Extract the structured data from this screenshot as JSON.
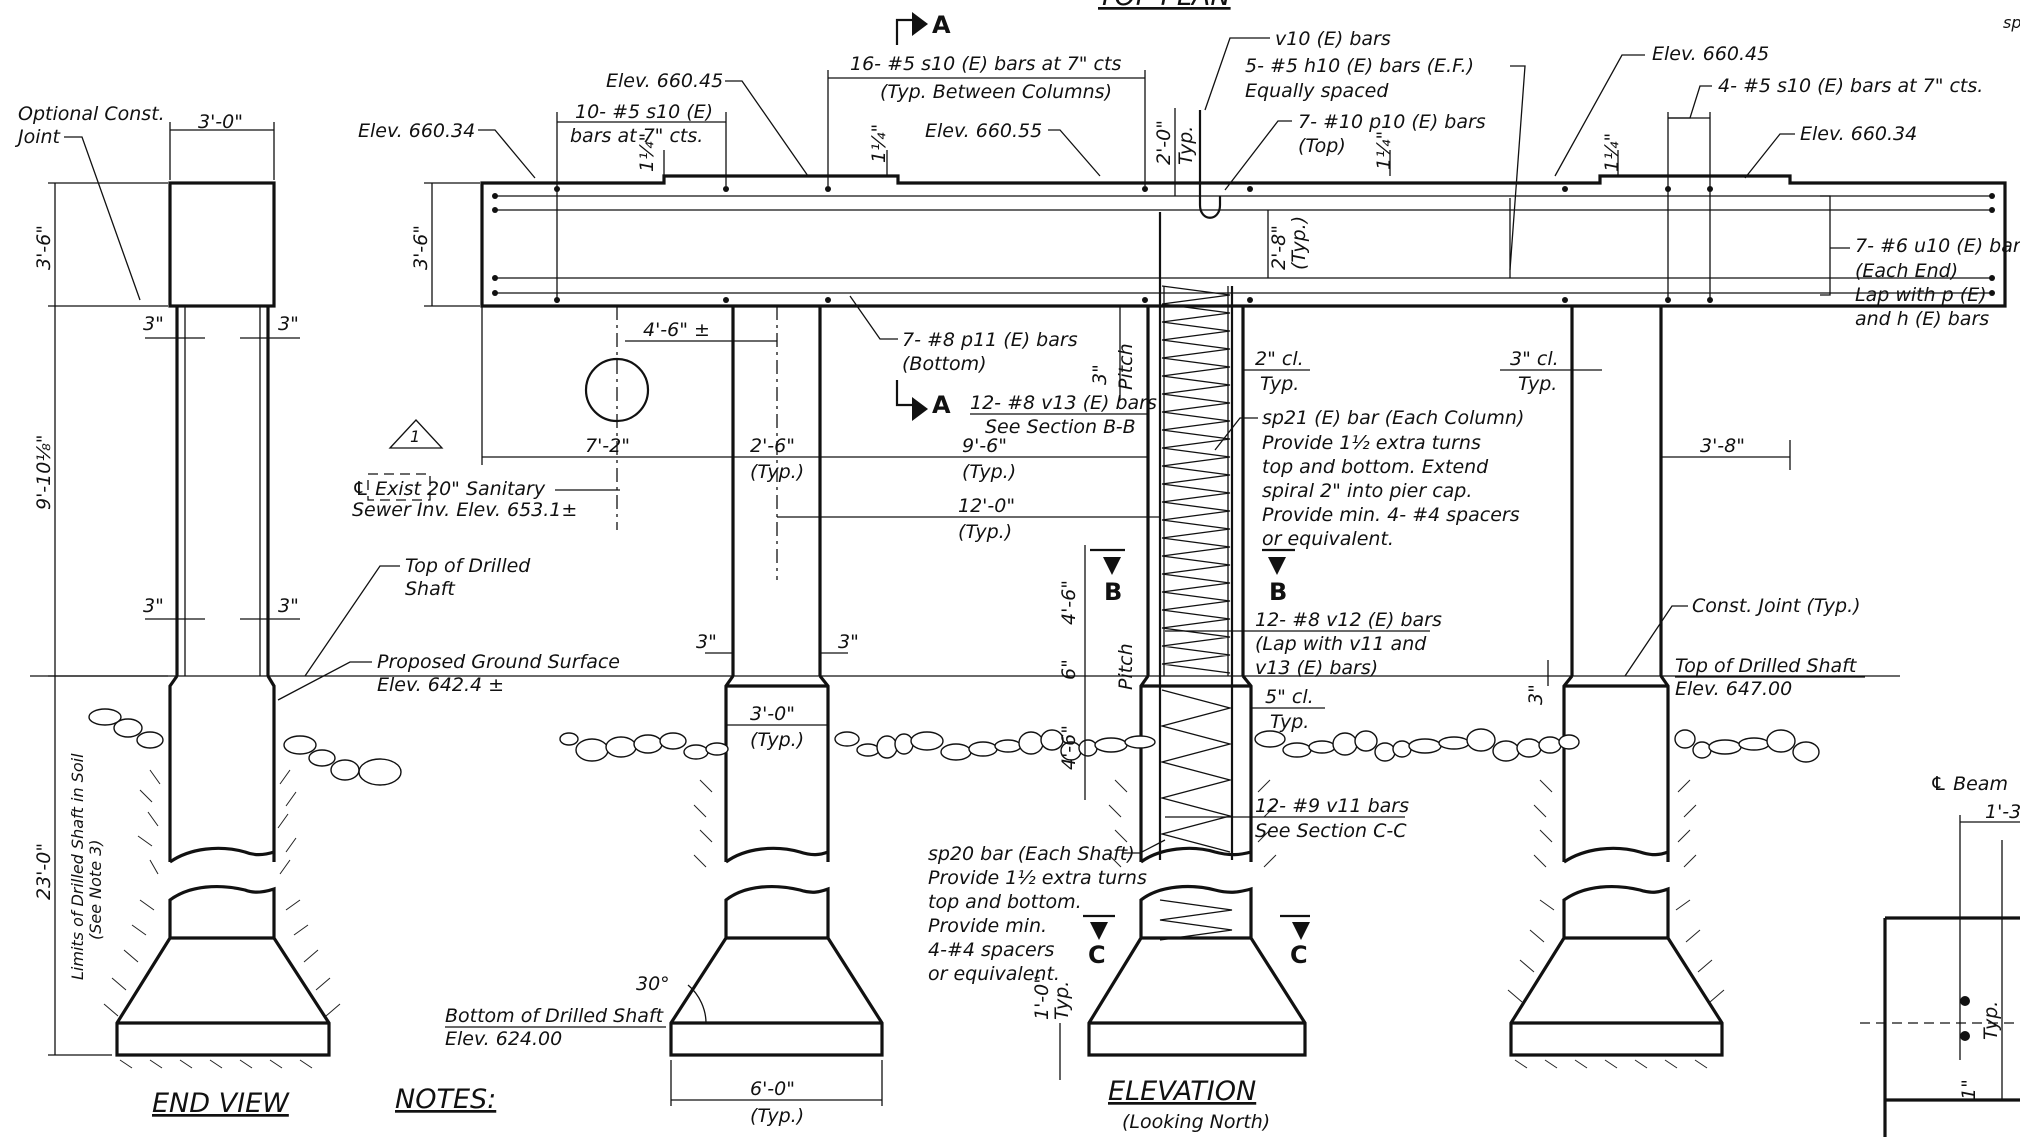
{
  "end_view": {
    "title": "END VIEW",
    "optional_joint": [
      "Optional Const.",
      "Joint"
    ],
    "width_cap": "3'-0\"",
    "height_cap": "3'-6\"",
    "col_height": "9'-10⅛\"",
    "shaft_length": "23'-0\"",
    "limits_note": [
      "Limits of Drilled Shaft in Soil",
      "(See Note 3)"
    ],
    "cover_3": "3\"",
    "top_drilled": [
      "Top of Drilled",
      "Shaft"
    ]
  },
  "elevation": {
    "title": "ELEVATION",
    "subtitle": "(Looking North)",
    "top_plan": "TOP PLAN",
    "section_a": "A",
    "section_b": "B",
    "section_c": "C",
    "elev_660_34": "Elev. 660.34",
    "elev_660_45": "Elev. 660.45",
    "elev_660_55": "Elev. 660.55",
    "bars_s10_left": [
      "10- #5 s10 (E)",
      "bars at 7\" cts."
    ],
    "bars_s10_mid": [
      "16- #5 s10 (E) bars at 7\" cts",
      "(Typ. Between Columns)"
    ],
    "bars_v10": "v10 (E) bars",
    "bars_h10": [
      "5- #5 h10 (E) bars (E.F.)",
      "Equally spaced"
    ],
    "bars_p10": [
      "7- #10 p10 (E) bars",
      "(Top)"
    ],
    "bars_s10_right": "4- #5 s10 (E) bars at 7\" cts.",
    "bars_u10": [
      "7- #6 u10 (E) bar",
      "(Each End)",
      "Lap with p (E)",
      "and h (E) bars"
    ],
    "bars_p11": [
      "7- #8 p11 (E) bars",
      "(Bottom)"
    ],
    "bars_v13": [
      "12- #8 v13 (E) bars",
      "See Section B-B"
    ],
    "spiral_sp21": [
      "sp21 (E) bar (Each Column)",
      "Provide 1½ extra turns",
      "top and bottom.  Extend",
      "spiral 2\" into pier cap.",
      "Provide min. 4- #4 spacers",
      "or equivalent."
    ],
    "bars_v12": [
      "12- #8 v12 (E) bars",
      "(Lap with v11 and",
      "v13 (E) bars)"
    ],
    "bars_v11": [
      "12- #9 v11 bars",
      "See Section C-C"
    ],
    "spiral_sp20": [
      "sp20 bar (Each Shaft)",
      "Provide 1½ extra turns",
      "top and bottom.",
      "Provide min.",
      "4-#4 spacers",
      "or equivalent."
    ],
    "sewer": [
      "℄ Exist 20\" Sanitary",
      "Sewer Inv. Elev. 653.1±"
    ],
    "revision": "1",
    "ground": [
      "Proposed Ground Surface",
      "Elev. 642.4 ±"
    ],
    "top_shaft_right": [
      "Top of Drilled Shaft",
      "Elev. 647.00"
    ],
    "bottom_shaft": [
      "Bottom of Drilled Shaft",
      "Elev. 624.00"
    ],
    "const_joint": "Const. Joint (Typ.)",
    "beam": "℄ Beam",
    "beam_dim": "1'-3",
    "corner_text": "sp",
    "dims": {
      "d_4_6_pm": "4'-6\" ±",
      "d_7_2": "7'-2\"",
      "d_2_6": "2'-6\"",
      "d_9_6": "9'-6\"",
      "d_12_0": "12'-0\"",
      "typ": "(Typ.)",
      "typ_plain": "Typ.",
      "d_3_8": "3'-8\"",
      "d_3_6": "3'-6\"",
      "d_3_0": "3'-0\"",
      "d_6_0": "6'-0\"",
      "d_2_0": "2'-0\"",
      "d_2_8": "2'-8\"",
      "d_1_4": "1¼\"",
      "d_3": "3\"",
      "d_3cl": "3\" cl.",
      "d_2cl": "2\" cl.",
      "d_5cl": "5\" cl.",
      "d_4_6": "4'-6\"",
      "d_6": "6\"",
      "pitch": "Pitch",
      "d_1_0": "1'-0\"",
      "d_1": "1\"",
      "angle_30": "30°"
    }
  },
  "notes": {
    "title": "NOTES:"
  }
}
